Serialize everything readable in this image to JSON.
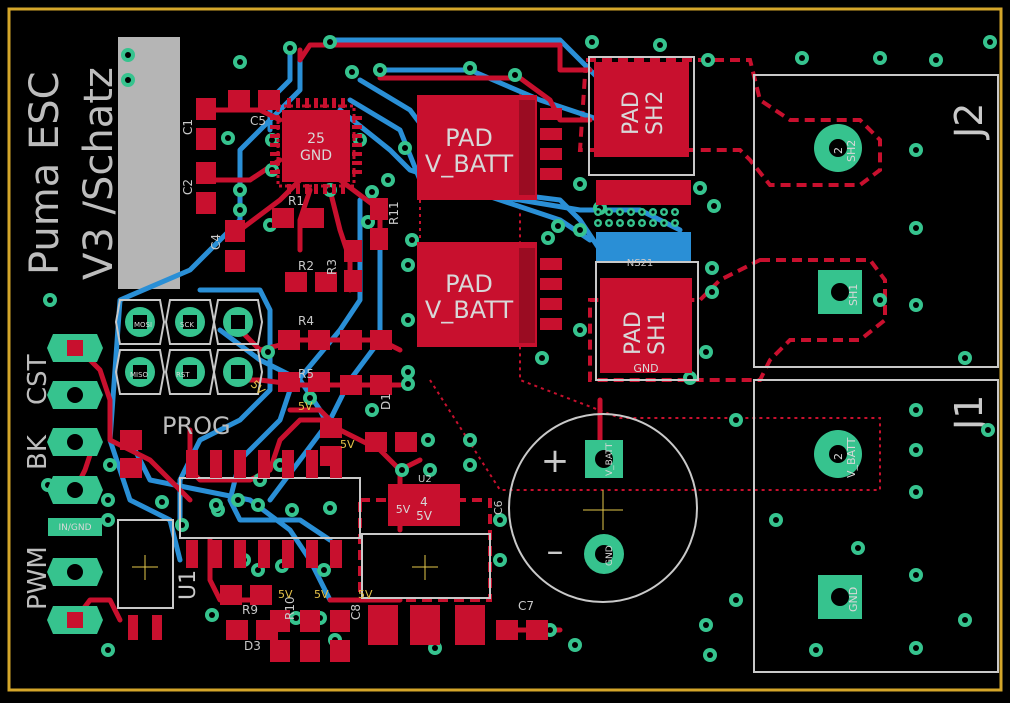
{
  "board": {
    "title_line1": "Puma ESC",
    "title_line2": "V3 /Schatz"
  },
  "connectors": {
    "cst": "CST",
    "bk": "BK",
    "pwm": "PWM",
    "j1": "J1",
    "j2": "J2",
    "prog": "PROG"
  },
  "pads": {
    "vbatt_top_line1": "PAD",
    "vbatt_top_line2": "V_BATT",
    "vbatt_bot_line1": "PAD",
    "vbatt_bot_line2": "V_BATT",
    "sh2_line1": "PAD",
    "sh2_line2": "SH2",
    "sh1_line1": "PAD",
    "sh1_line2": "SH1",
    "sh1_gnd": "GND",
    "sh1_sub": "NS21"
  },
  "ic": {
    "pin": "25",
    "net": "GND"
  },
  "u2": {
    "label": "U2",
    "pin": "4",
    "net": "5V",
    "left_net": "5V"
  },
  "capacitor": {
    "plus": "+",
    "minus": "–",
    "net_pos": "V_BATT",
    "net_neg": "GND"
  },
  "terminals": {
    "sh2": "SH2",
    "sh1": "SH1",
    "vbatt": "V_BATT",
    "gnd": "GND",
    "sh2_num": "2",
    "vbatt_num": "2"
  },
  "refdes": {
    "c1": "C1",
    "c2": "C2",
    "c4": "C4",
    "c5": "C5",
    "c6": "C6",
    "c7": "C7",
    "c8": "C8",
    "r1": "R1",
    "r2": "R2",
    "r3": "R3",
    "r4": "R4",
    "r5": "R5",
    "r9": "R9",
    "r10": "R10",
    "r11": "R11",
    "d1": "D1",
    "d3": "D3",
    "u1": "U1"
  },
  "nets": {
    "n5v": "5V",
    "inout_gnd": "IN/GND",
    "mosi": "MOSI",
    "rst": "RST",
    "sck": "SCK",
    "miso": "MISO"
  },
  "colors": {
    "background": "#000000",
    "copper_top": "#c8102e",
    "copper_bottom": "#2a8fd6",
    "via": "#36c38e",
    "outline": "#d4a62a",
    "silk": "#b8b8b8",
    "yellow": "#e5c84a"
  }
}
